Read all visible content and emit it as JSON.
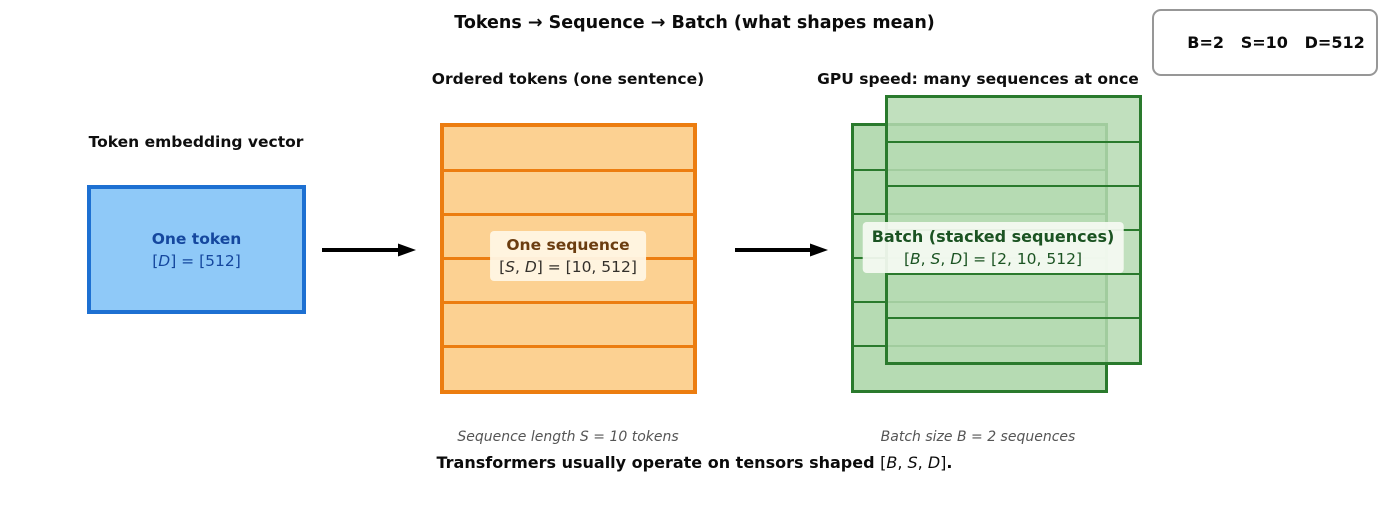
{
  "title": "Tokens → Sequence → Batch (what shapes mean)",
  "badge": {
    "text": "B=2   S=10   D=512"
  },
  "columns": {
    "token": {
      "header": "Token embedding vector",
      "box_label": "One token",
      "box_shape": "[D] = [512]"
    },
    "sequence": {
      "header": "Ordered tokens (one sentence)",
      "box_label": "One sequence",
      "box_shape": "[S, D] = [10, 512]",
      "rows": 6,
      "caption": "Sequence length S = 10 tokens"
    },
    "batch": {
      "header": "GPU speed: many sequences at once",
      "box_label": "Batch (stacked sequences)",
      "box_shape": "[B, S, D] = [2, 10, 512]",
      "rows": 6,
      "stacked_count": 2,
      "caption": "Batch size B = 2 sequences"
    }
  },
  "footer": {
    "prefix": "Transformers usually operate on tensors shaped ",
    "math": "[B, S, D]",
    "suffix": "."
  },
  "colors": {
    "token_fill": "#8FC9F8",
    "token_border": "#1D70D2",
    "token_text": "#15479E",
    "sequence_fill": "#FCD192",
    "sequence_border": "#EC7D10",
    "sequence_label_text": "#6B3D10",
    "batch_fill": "#B6DBB3",
    "batch_border": "#2A7A2D",
    "batch_text": "#1B5322",
    "arrow": "#000000",
    "badge_border": "#979797",
    "caption_text": "#555555"
  }
}
